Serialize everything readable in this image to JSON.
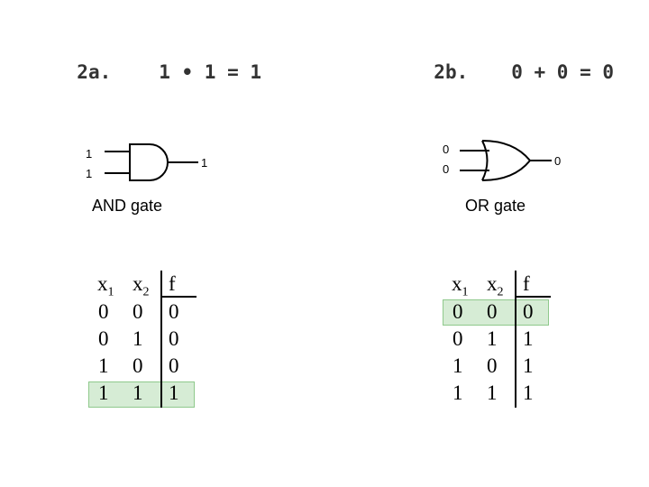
{
  "left": {
    "heading_label": "2a.",
    "heading_eq": "1 • 1 = 1",
    "inputs": [
      "1",
      "1"
    ],
    "output": "1",
    "caption": "AND gate",
    "table": {
      "headers": [
        "x",
        "x",
        "f"
      ],
      "header_subs": [
        "1",
        "2",
        ""
      ],
      "rows": [
        [
          "0",
          "0",
          "0"
        ],
        [
          "0",
          "1",
          "0"
        ],
        [
          "1",
          "0",
          "0"
        ],
        [
          "1",
          "1",
          "1"
        ]
      ],
      "highlight_row": 3
    }
  },
  "right": {
    "heading_label": "2b.",
    "heading_eq": "0 + 0 = 0",
    "inputs": [
      "0",
      "0"
    ],
    "output": "0",
    "caption": "OR gate",
    "table": {
      "headers": [
        "x",
        "x",
        "f"
      ],
      "header_subs": [
        "1",
        "2",
        ""
      ],
      "rows": [
        [
          "0",
          "0",
          "0"
        ],
        [
          "0",
          "1",
          "1"
        ],
        [
          "1",
          "0",
          "1"
        ],
        [
          "1",
          "1",
          "1"
        ]
      ],
      "highlight_row": 0
    }
  },
  "colors": {
    "highlight_fill": "#d6ecd5",
    "highlight_border": "#8fc98c"
  }
}
